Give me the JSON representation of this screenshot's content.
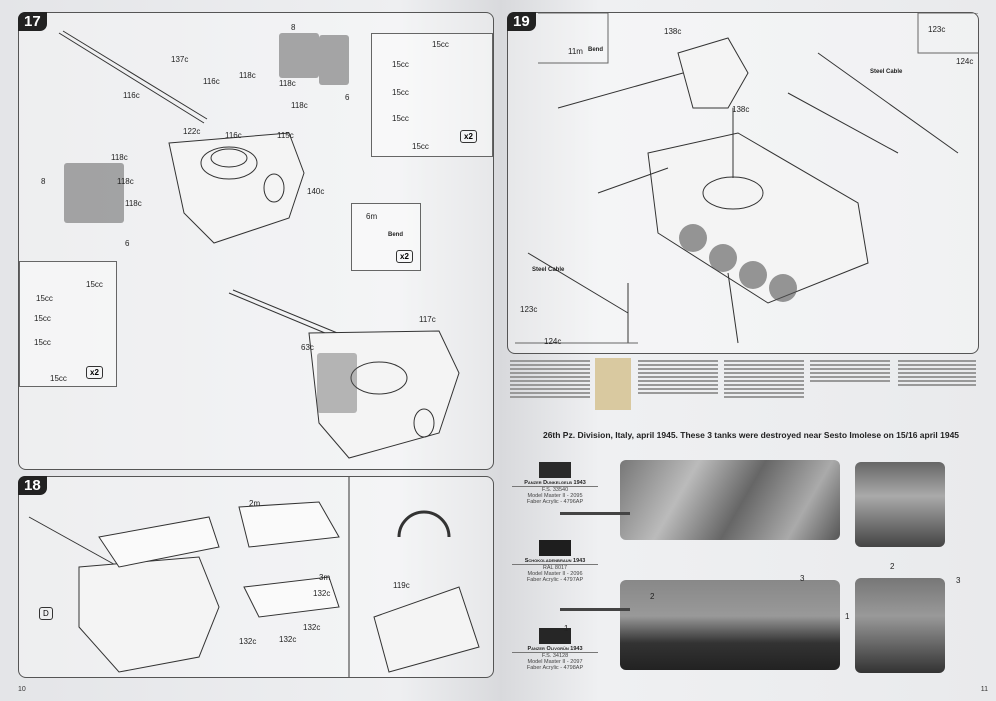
{
  "left_page": {
    "page_number": "10",
    "step17": {
      "number": "17",
      "labels": [
        "137c",
        "116c",
        "116c",
        "118c",
        "118c",
        "118c",
        "122c",
        "116c",
        "115c",
        "118c",
        "118c",
        "118c",
        "140c",
        "8",
        "6",
        "8",
        "6",
        "63c",
        "117c"
      ],
      "inset_top": {
        "labels": [
          "15cc",
          "15cc",
          "15cc",
          "15cc",
          "15cc"
        ],
        "qty": "x2"
      },
      "inset_left": {
        "labels": [
          "15cc",
          "15cc",
          "15cc",
          "15cc",
          "15cc"
        ],
        "qty": "x2"
      },
      "inset_bend": {
        "part": "6m",
        "note": "Bend",
        "qty": "x2"
      }
    },
    "step18": {
      "number": "18",
      "labels": [
        "2m",
        "3m",
        "132c",
        "132c",
        "132c",
        "132c",
        "119c"
      ],
      "marker": "D"
    }
  },
  "right_page": {
    "page_number": "11",
    "step19": {
      "number": "19",
      "bend_part": "11m",
      "bend_note": "Bend",
      "labels": [
        "138c",
        "138c",
        "123c",
        "124c",
        "123c",
        "124c"
      ],
      "cable_label_1": "Steel Cable",
      "cable_label_2": "Steel Cable"
    },
    "heading": "26th Pz. Division, Italy, april 1945. These 3 tanks were destroyed near Sesto Imolese on 15/16 april 1945",
    "colors": [
      {
        "name": "Panzer Dunkelgelb 1943",
        "code": "F.S. 33540",
        "mm": "Model Master II - 2095",
        "faber": "Faber Acrylic - 4796AP",
        "hex": "#2a2a2a"
      },
      {
        "name": "Schokoladenbraun 1943",
        "code": "RAL 8017",
        "mm": "Model Master II - 2096",
        "faber": "Faber Acrylic - 4797AP",
        "hex": "#1e1e1e"
      },
      {
        "name": "Panzer Olivgrün 1943",
        "code": "F.S. 34128",
        "mm": "Model Master II - 2097",
        "faber": "Faber Acrylic - 4798AP",
        "hex": "#262626"
      }
    ],
    "callouts": [
      "1",
      "2",
      "3",
      "1",
      "2",
      "3"
    ]
  }
}
